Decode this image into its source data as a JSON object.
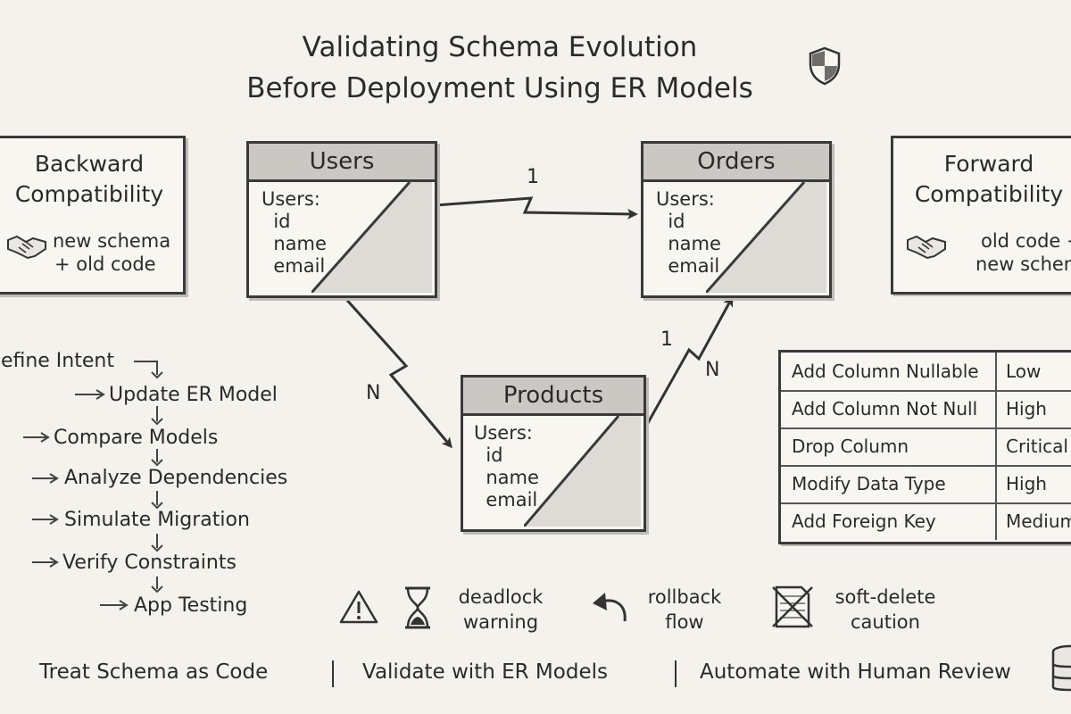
{
  "title": {
    "line1": "Validating Schema Evolution",
    "line2": "Before Deployment Using ER Models"
  },
  "icons": {
    "title_icon": "shield-icon",
    "footer_icon": "database-icon"
  },
  "backward": {
    "title_line1": "Backward",
    "title_line2": "Compatibility",
    "text_line1": "new schema",
    "text_line2": "+ old code",
    "icon": "handshake-icon"
  },
  "forward": {
    "title_line1": "Forward",
    "title_line2": "Compatibility",
    "text_line1": "old code +",
    "text_line2": "new schema",
    "icon": "handshake-icon"
  },
  "entities": {
    "users": {
      "name": "Users",
      "fields": "Users:\n  id\n  name\n  email"
    },
    "orders": {
      "name": "Orders",
      "fields": "Users:\n  id\n  name\n  email"
    },
    "products": {
      "name": "Products",
      "fields": "Users:\n  id\n  name\n  email"
    }
  },
  "relationships": {
    "users_orders": "1",
    "users_products": "N",
    "products_orders_one": "1",
    "products_orders_many": "N"
  },
  "steps": [
    "Define Intent",
    "Update ER Model",
    "Compare Models",
    "Analyze Dependencies",
    "Simulate Migration",
    "Verify Constraints",
    "App Testing"
  ],
  "risk_table": [
    {
      "change": "Add Column Nullable",
      "level": "Low"
    },
    {
      "change": "Add Column Not Null",
      "level": "High"
    },
    {
      "change": "Drop Column",
      "level": "Critical"
    },
    {
      "change": "Modify Data Type",
      "level": "High"
    },
    {
      "change": "Add Foreign Key",
      "level": "Medium"
    }
  ],
  "warnings": {
    "deadlock": {
      "line1": "deadlock",
      "line2": "warning"
    },
    "rollback": {
      "line1": "rollback",
      "line2": "flow"
    },
    "soft_delete": {
      "line1": "soft-delete",
      "line2": "caution"
    }
  },
  "footer": [
    "Treat Schema as Code",
    "Validate with ER Models",
    "Automate with Human Review"
  ]
}
